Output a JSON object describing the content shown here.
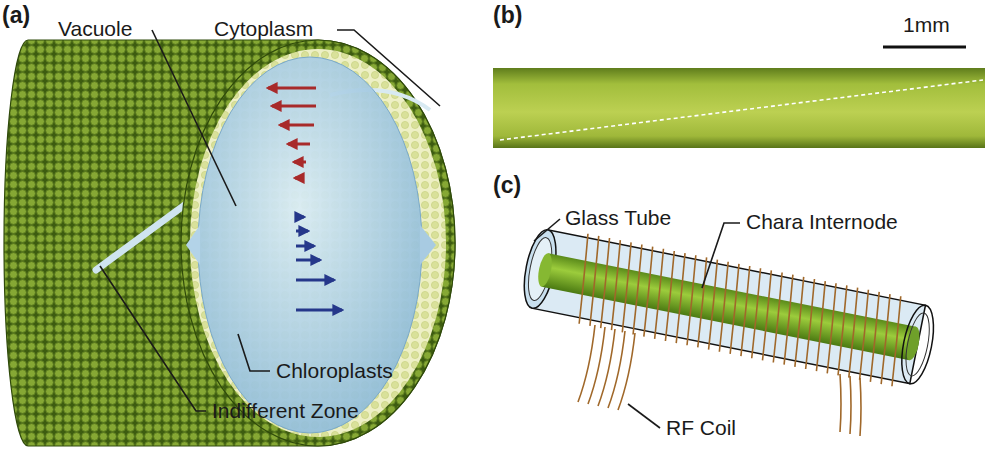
{
  "diagram": {
    "labels": [
      "(a)",
      "Vacuole",
      "Cytoplasm",
      "Chloroplasts",
      "Indifferent Zone",
      "(b)",
      "1mm",
      "(c)",
      "Glass Tube",
      "Chara Internode",
      "RF Coil"
    ]
  }
}
